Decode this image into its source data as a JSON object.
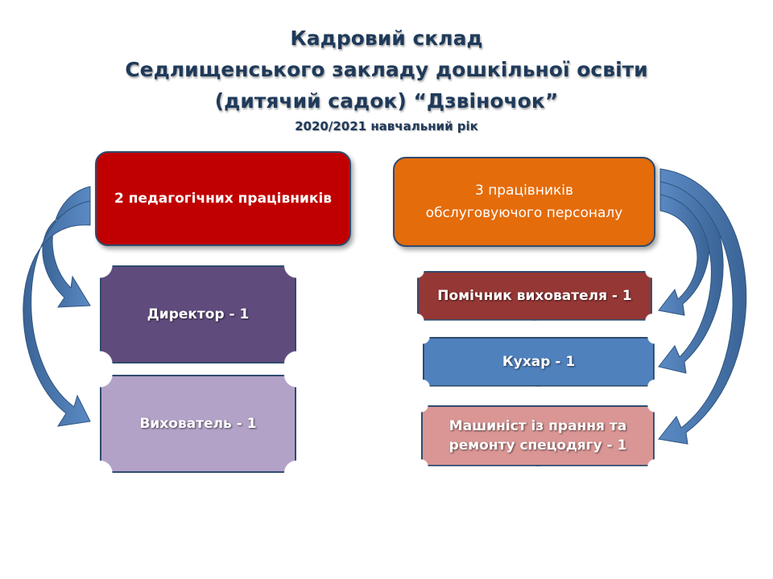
{
  "title": {
    "line1": "Кадровий склад",
    "line2": "Седлищенського закладу дошкільної освіти",
    "line3": "(дитячий садок) “Дзвіночок”"
  },
  "subtitle": "2020/2021 навчальний рік",
  "pedagogical": {
    "header": "2 педагогічних працівників",
    "header_color": "#c00000",
    "items": [
      {
        "label": "Директор - 1",
        "color": "#5f4b7c"
      },
      {
        "label": "Вихователь - 1",
        "color": "#b3a2c7"
      }
    ]
  },
  "service": {
    "header_line1": "3 працівників",
    "header_line2": "обслуговуючого персоналу",
    "header_color": "#e46c0a",
    "items": [
      {
        "label": "Помічник вихователя - 1",
        "color": "#953735"
      },
      {
        "label": "Кухар - 1",
        "color": "#4f81bd"
      },
      {
        "label_line1": "Машиніст із прання та",
        "label_line2": "ремонту спецодягу - 1",
        "color": "#d99694"
      }
    ]
  },
  "arrow_color": "#4472a8"
}
